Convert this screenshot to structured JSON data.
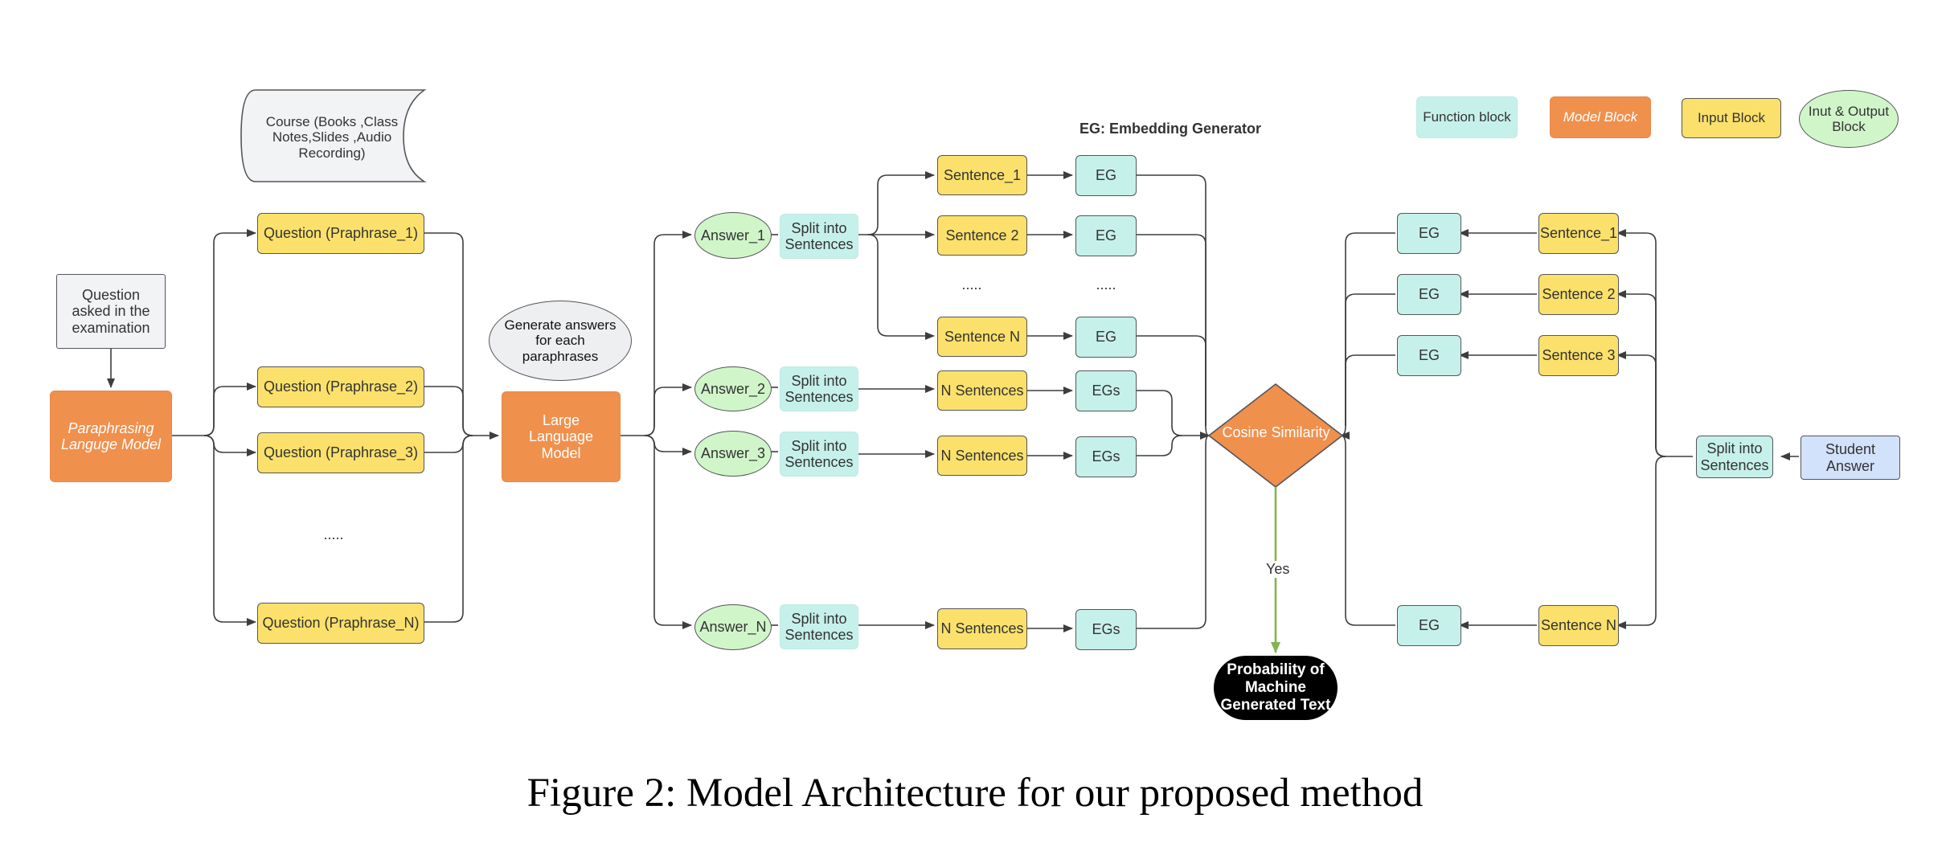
{
  "legend": {
    "function_block": "Function block",
    "model_block": "Model Block",
    "input_block": "Input Block",
    "io_block": "Inut & Output Block"
  },
  "eg_legend": "EG: Embedding Generator",
  "course": "Course (Books ,Class Notes,Slides ,Audio Recording)",
  "exam_question": "Question asked in the examination",
  "paraphrasing_model": "Paraphrasing Languge Model",
  "questions": [
    "Question  (Praphrase_1)",
    "Question  (Praphrase_2)",
    "Question  (Praphrase_3)",
    "Question  (Praphrase_N)"
  ],
  "questions_ellipsis": ".....",
  "generate_note": "Generate answers for each paraphrases",
  "llm": "Large Language Model",
  "answers": [
    "Answer_1",
    "Answer_2",
    "Answer_3",
    "Answer_N"
  ],
  "split": "Split into Sentences",
  "answer1_sentences": [
    "Sentence_1",
    "Sentence 2",
    "Sentence N"
  ],
  "n_sentences": "N Sentences",
  "eg": "EG",
  "egs": "EGs",
  "sentence_ellipsis": ".....",
  "cosine": "Cosine Similarity",
  "yes": "Yes",
  "final_output": "Probability of Machine Generated Text",
  "student_answer": "Student Answer",
  "student_sentences": [
    "Sentence_1",
    "Sentence 2",
    "Sentence 3",
    "Sentence N"
  ],
  "caption": "Figure 2: Model Architecture for our proposed method",
  "colors": {
    "input_yellow": "#fbe16b",
    "function_teal": "#c6f1ea",
    "model_orange": "#f0904d",
    "io_green": "#d0f5c9",
    "student_blue": "#d2e2fb",
    "connector": "#3d3d40",
    "yes_arrow": "#82b451"
  }
}
